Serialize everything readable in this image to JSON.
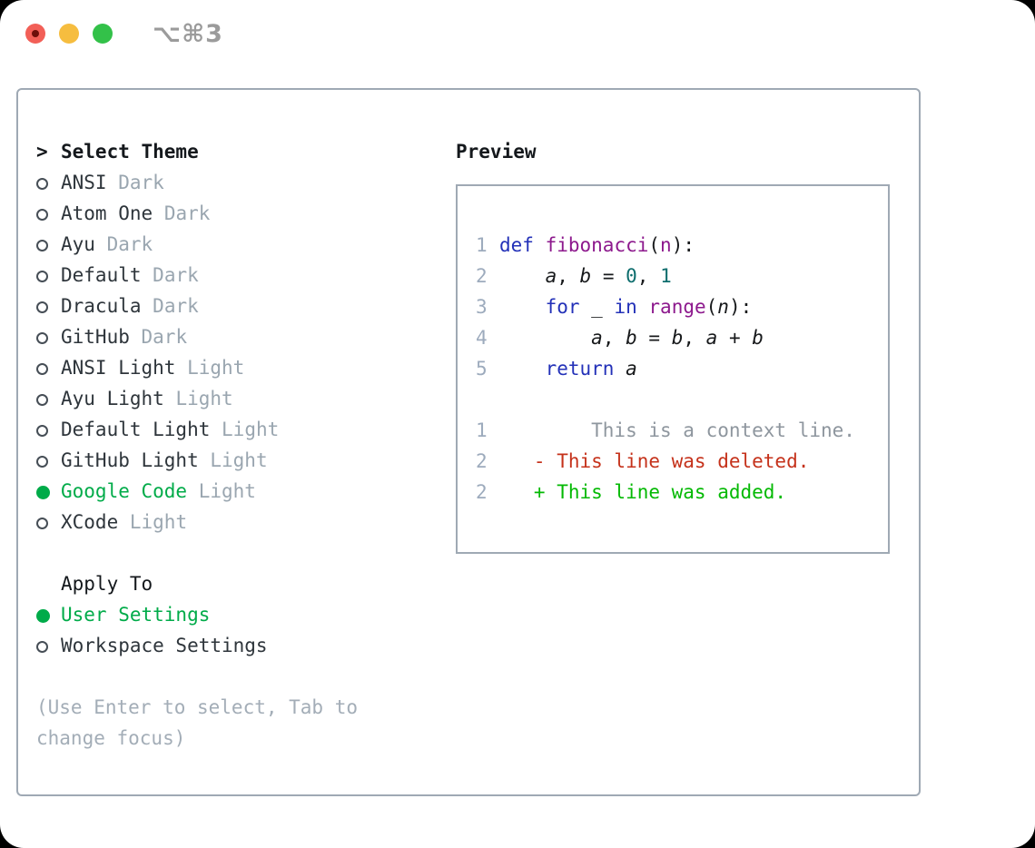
{
  "titlebar": {
    "shortcut": "⌥⌘3"
  },
  "colors": {
    "selection_green": "#00ab49",
    "keyword_blue": "#2331b8",
    "function_purple": "#8d198d",
    "number_teal": "#0d6d6d",
    "diff_deleted_red": "#c5321b",
    "diff_added_green": "#03b903",
    "muted_gray": "#9aa6b0",
    "panel_border": "#9fa9b4",
    "traffic_red": "#f25f57",
    "traffic_yellow": "#f6bd3f",
    "traffic_green": "#33c149"
  },
  "theme_panel": {
    "header": {
      "marker": ">",
      "label": "Select Theme"
    },
    "themes": [
      {
        "name": "ANSI",
        "variant": "Dark",
        "selected": false
      },
      {
        "name": "Atom One",
        "variant": "Dark",
        "selected": false
      },
      {
        "name": "Ayu",
        "variant": "Dark",
        "selected": false
      },
      {
        "name": "Default",
        "variant": "Dark",
        "selected": false
      },
      {
        "name": "Dracula",
        "variant": "Dark",
        "selected": false
      },
      {
        "name": "GitHub",
        "variant": "Dark",
        "selected": false
      },
      {
        "name": "ANSI Light",
        "variant": "Light",
        "selected": false
      },
      {
        "name": "Ayu Light",
        "variant": "Light",
        "selected": false
      },
      {
        "name": "Default Light",
        "variant": "Light",
        "selected": false
      },
      {
        "name": "GitHub Light",
        "variant": "Light",
        "selected": false
      },
      {
        "name": "Google Code",
        "variant": "Light",
        "selected": true
      },
      {
        "name": "XCode",
        "variant": "Light",
        "selected": false
      }
    ],
    "apply_to": {
      "label": "Apply To",
      "options": [
        {
          "name": "User Settings",
          "selected": true
        },
        {
          "name": "Workspace Settings",
          "selected": false
        }
      ]
    },
    "hint": "(Use Enter to select, Tab to change focus)"
  },
  "preview": {
    "title": "Preview",
    "lines": [
      {
        "num": "1",
        "tokens": [
          {
            "c": "kw",
            "t": "def"
          },
          {
            "c": "plain",
            "t": " "
          },
          {
            "c": "fn",
            "t": "fibonacci"
          },
          {
            "c": "plain",
            "t": "("
          },
          {
            "c": "fn",
            "t": "n"
          },
          {
            "c": "plain",
            "t": "):"
          }
        ]
      },
      {
        "num": "2",
        "tokens": [
          {
            "c": "plain",
            "t": "    "
          },
          {
            "c": "var",
            "t": "a"
          },
          {
            "c": "plain",
            "t": ", "
          },
          {
            "c": "var",
            "t": "b"
          },
          {
            "c": "plain",
            "t": " = "
          },
          {
            "c": "num",
            "t": "0"
          },
          {
            "c": "plain",
            "t": ", "
          },
          {
            "c": "num",
            "t": "1"
          }
        ]
      },
      {
        "num": "3",
        "tokens": [
          {
            "c": "plain",
            "t": "    "
          },
          {
            "c": "kw",
            "t": "for"
          },
          {
            "c": "plain",
            "t": " _ "
          },
          {
            "c": "kw",
            "t": "in"
          },
          {
            "c": "plain",
            "t": " "
          },
          {
            "c": "fn",
            "t": "range"
          },
          {
            "c": "plain",
            "t": "("
          },
          {
            "c": "var",
            "t": "n"
          },
          {
            "c": "plain",
            "t": "):"
          }
        ]
      },
      {
        "num": "4",
        "tokens": [
          {
            "c": "plain",
            "t": "        "
          },
          {
            "c": "var",
            "t": "a"
          },
          {
            "c": "plain",
            "t": ", "
          },
          {
            "c": "var",
            "t": "b"
          },
          {
            "c": "plain",
            "t": " = "
          },
          {
            "c": "var",
            "t": "b"
          },
          {
            "c": "plain",
            "t": ", "
          },
          {
            "c": "var",
            "t": "a"
          },
          {
            "c": "plain",
            "t": " + "
          },
          {
            "c": "var",
            "t": "b"
          }
        ]
      },
      {
        "num": "5",
        "tokens": [
          {
            "c": "plain",
            "t": "    "
          },
          {
            "c": "kw",
            "t": "return"
          },
          {
            "c": "plain",
            "t": " "
          },
          {
            "c": "var",
            "t": "a"
          }
        ]
      },
      {
        "num": "",
        "tokens": []
      },
      {
        "num": "1",
        "tokens": [
          {
            "c": "ctx",
            "t": "        This is a context line."
          }
        ]
      },
      {
        "num": "2",
        "tokens": [
          {
            "c": "del",
            "t": "   - This line was deleted."
          }
        ]
      },
      {
        "num": "2",
        "tokens": [
          {
            "c": "add",
            "t": "   + This line was added."
          }
        ]
      }
    ]
  }
}
